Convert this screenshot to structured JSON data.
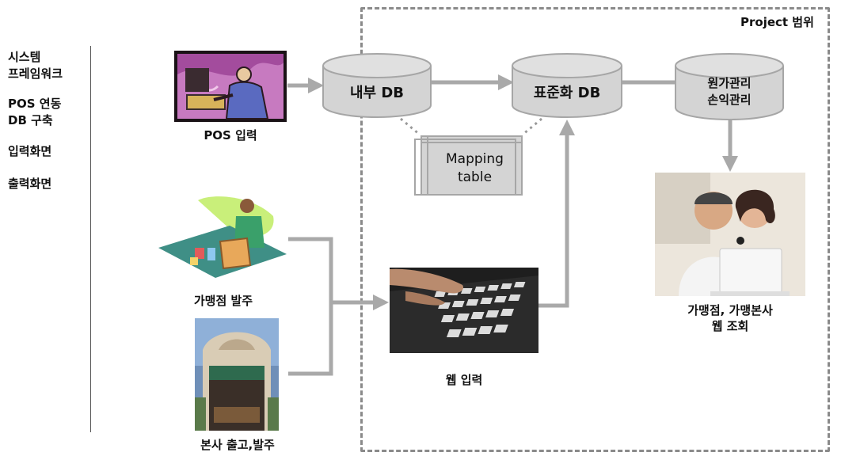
{
  "sidebar": {
    "items": [
      {
        "label": "시스템\n프레임워크"
      },
      {
        "label": "POS 연동\nDB 구축"
      },
      {
        "label": "입력화면"
      },
      {
        "label": "출력화면"
      }
    ]
  },
  "scope": {
    "label": "Project 범위"
  },
  "nodes": {
    "pos_input": {
      "caption": "POS 입력"
    },
    "internal_db": {
      "label": "내부 DB"
    },
    "standard_db": {
      "label": "표준화 DB"
    },
    "cost_db": {
      "label": "원가관리\n손익관리"
    },
    "mapping_table": {
      "label": "Mapping\ntable"
    },
    "franchise_order": {
      "caption": "가맹점 발주"
    },
    "hq_shipping": {
      "caption": "본사 출고,발주"
    },
    "web_input": {
      "caption": "웹 입력"
    },
    "web_view": {
      "caption": "가맹점, 가맹본사\n웹 조회"
    }
  },
  "colors": {
    "cylinder_fill": "#d4d4d4",
    "cylinder_stroke": "#a6a6a6",
    "arrow": "#a9a9a9",
    "scope_border": "#8a8a8a"
  },
  "icons": {
    "pos_image": "pos-operator-clipart",
    "franchise_image": "shopper-clipart",
    "hq_image": "store-front-photo",
    "keyboard_image": "keyboard-photo",
    "couple_image": "video-call-couple-photo"
  }
}
